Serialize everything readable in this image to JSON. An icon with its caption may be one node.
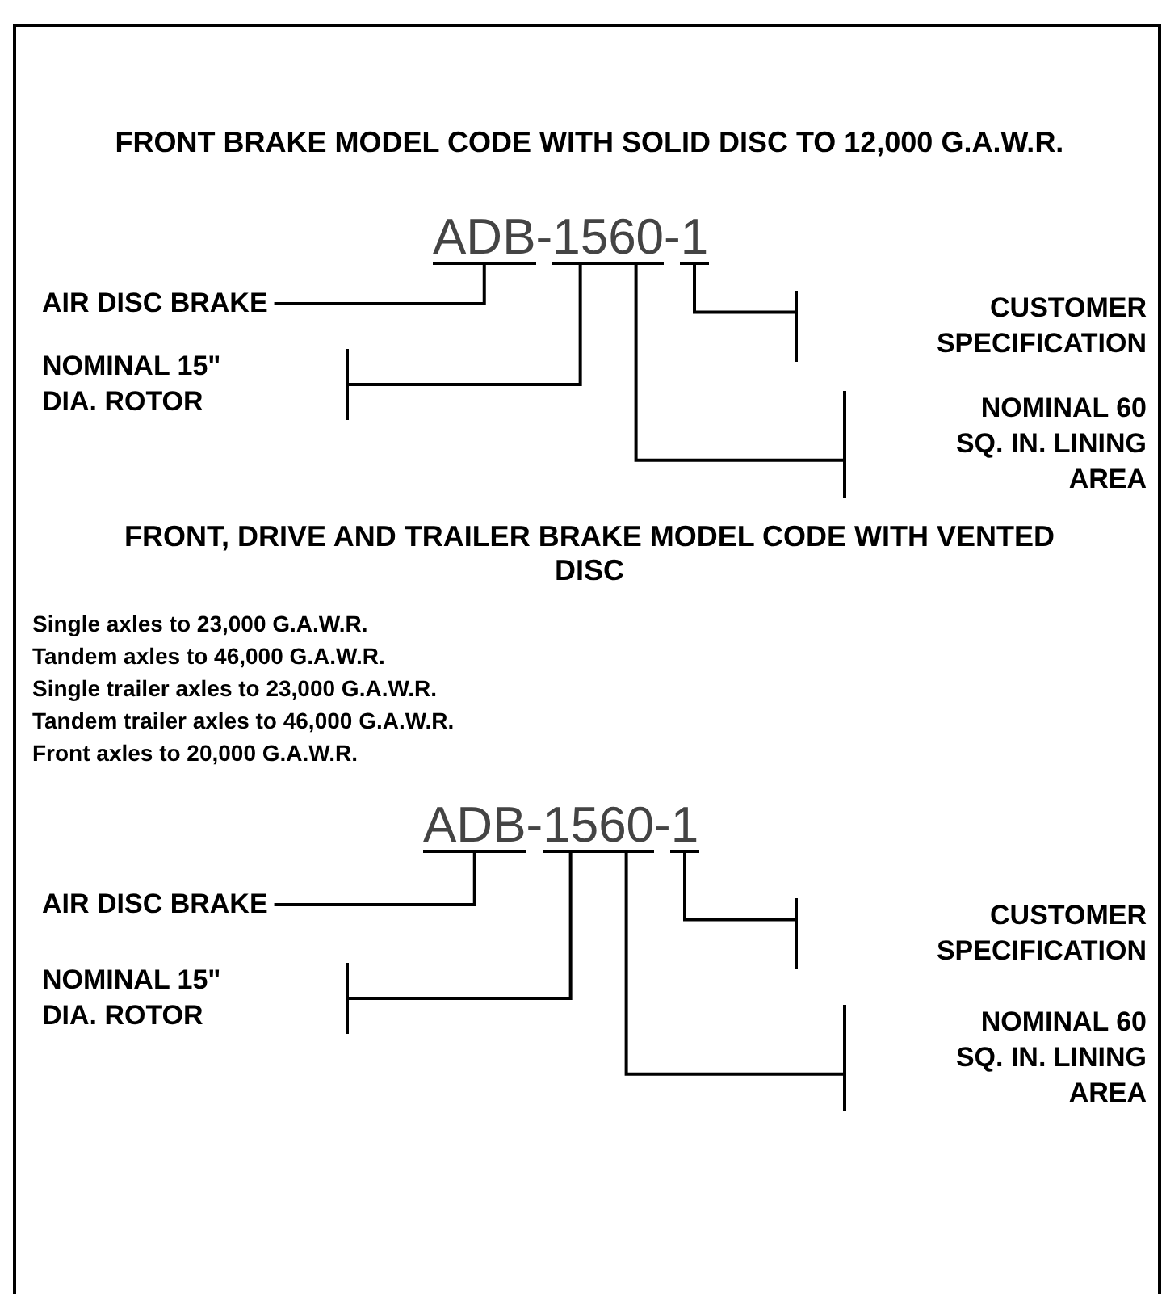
{
  "diagram": {
    "nodes": [
      {
        "text": [
          "ADB"
        ]
      },
      {
        "text": [
          "15"
        ]
      },
      {
        "text": [
          "60"
        ]
      },
      {
        "text": [
          "1"
        ]
      },
      {
        "text": [
          "AIR DISC BRAKE"
        ]
      },
      {
        "text": [
          "CUSTOMER SPECIFICATION"
        ]
      },
      {
        "text": [
          "NOMINAL 15\" DIA. ROTOR"
        ]
      },
      {
        "text": [
          "NOMINAL 60 SQ. IN. LINING AREA"
        ]
      },
      {
        "text": [
          "ADB"
        ]
      },
      {
        "text": [
          "15"
        ]
      },
      {
        "text": [
          "60"
        ]
      },
      {
        "text": [
          "1"
        ]
      },
      {
        "text": [
          "AIR DISC BRAKE"
        ]
      },
      {
        "text": [
          "CUSTOMER SPECIFICATION"
        ]
      },
      {
        "text": [
          "NOMINAL 15\" DIA. ROTOR"
        ]
      },
      {
        "text": [
          "NOMINAL 60 SQ. IN. LINING AREA"
        ]
      }
    ],
    "edges": [
      {
        "from": 4,
        "to": 0,
        "arrow": "none"
      },
      {
        "from": 5,
        "to": 3,
        "arrow": "none"
      },
      {
        "from": 6,
        "to": 1,
        "arrow": "none"
      },
      {
        "from": 7,
        "to": 2,
        "arrow": "none"
      },
      {
        "from": 12,
        "to": 8,
        "arrow": "none"
      },
      {
        "from": 13,
        "to": 11,
        "arrow": "none"
      },
      {
        "from": 14,
        "to": 9,
        "arrow": "none"
      },
      {
        "from": 15,
        "to": 10,
        "arrow": "none"
      }
    ],
    "labels": [
      "FRONT BRAKE MODEL CODE WITH SOLID DISC TO 12,000 G.A.W.R.",
      "-",
      "-",
      "FRONT, DRIVE AND TRAILER BRAKE MODEL CODE WITH VENTED DISC",
      "Single axles to 23,000 G.A.W.R.",
      "Tandem axles to 46,000 G.A.W.R.",
      "Single trailer axles to 23,000 G.A.W.R.",
      "Tandem trailer axles to 46,000 G.A.W.R.",
      "Front axles to 20,000 G.A.W.R.",
      "-",
      "-"
    ]
  }
}
